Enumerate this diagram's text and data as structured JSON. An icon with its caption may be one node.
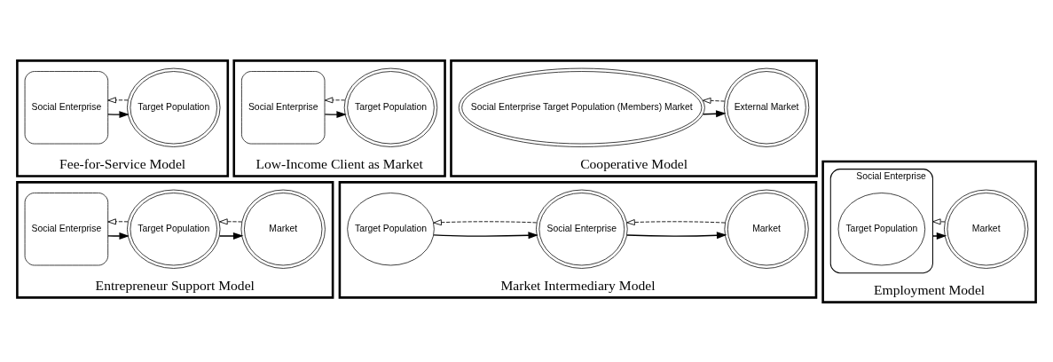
{
  "diagram": {
    "nodes": [
      {
        "text": [
          "Entrepreneur Support Model"
        ]
      },
      {
        "text": [
          "Social Enterprise"
        ],
        "in": 0
      },
      {
        "text": [
          "Target Population"
        ],
        "in": 0
      },
      {
        "text": [
          "Market"
        ],
        "in": 0
      },
      {
        "text": [
          "Market Intermediary Model"
        ]
      },
      {
        "text": [
          "Target Population"
        ],
        "in": 4
      },
      {
        "text": [
          "Social Enterprise"
        ],
        "in": 4
      },
      {
        "text": [
          "Market"
        ],
        "in": 4
      },
      {
        "text": [
          "Employment Model"
        ]
      },
      {
        "text": [
          "Social Enterprise"
        ],
        "in": 8
      },
      {
        "text": [
          "Target Population"
        ],
        "in": 9
      },
      {
        "text": [
          "Market"
        ],
        "in": 8
      },
      {
        "text": [
          "Fee-for-Service Model"
        ]
      },
      {
        "text": [
          "Social Enterprise"
        ],
        "in": 12
      },
      {
        "text": [
          "Target Population"
        ],
        "in": 12
      },
      {
        "text": [
          "Low-Income Client as Market"
        ]
      },
      {
        "text": [
          "Social Enterprise"
        ],
        "in": 15
      },
      {
        "text": [
          "Target Population"
        ],
        "in": 15
      },
      {
        "text": [
          "Cooperative Model"
        ]
      },
      {
        "text": [
          "Social Enterprise Target Population (Members) Market"
        ],
        "in": 18
      },
      {
        "text": [
          "External Market"
        ],
        "in": 18
      }
    ],
    "edges": [
      {
        "from": 1,
        "to": 2,
        "arrow": "to"
      },
      {
        "from": 2,
        "to": 1,
        "arrow": "to",
        "style": "dashed"
      },
      {
        "from": 2,
        "to": 3,
        "arrow": "to"
      },
      {
        "from": 3,
        "to": 2,
        "arrow": "to",
        "style": "dashed"
      },
      {
        "from": 5,
        "to": 6,
        "arrow": "to"
      },
      {
        "from": 6,
        "to": 5,
        "arrow": "to",
        "style": "dashed"
      },
      {
        "from": 6,
        "to": 7,
        "arrow": "to"
      },
      {
        "from": 7,
        "to": 6,
        "arrow": "to",
        "style": "dashed"
      },
      {
        "from": 9,
        "to": 11,
        "arrow": "to"
      },
      {
        "from": 11,
        "to": 9,
        "arrow": "to",
        "style": "dashed"
      },
      {
        "from": 13,
        "to": 14,
        "arrow": "to"
      },
      {
        "from": 14,
        "to": 13,
        "arrow": "to",
        "style": "dashed"
      },
      {
        "from": 16,
        "to": 17,
        "arrow": "to"
      },
      {
        "from": 17,
        "to": 16,
        "arrow": "to",
        "style": "dashed"
      },
      {
        "from": 19,
        "to": 20,
        "arrow": "to"
      },
      {
        "from": 20,
        "to": 19,
        "arrow": "to",
        "style": "dashed"
      }
    ]
  }
}
